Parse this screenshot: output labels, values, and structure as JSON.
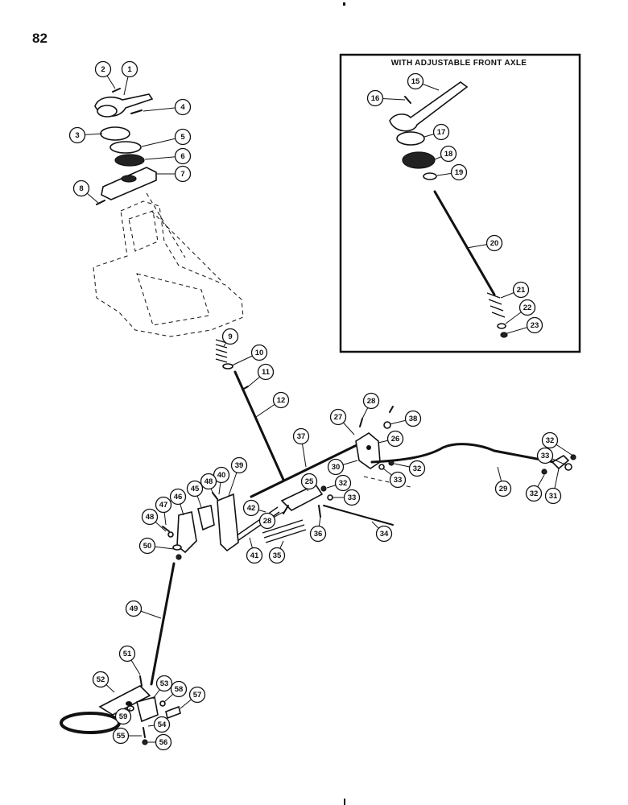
{
  "page": {
    "number": "82"
  },
  "inset": {
    "title": "WITH ADJUSTABLE FRONT AXLE"
  },
  "callouts": [
    "1",
    "2",
    "3",
    "4",
    "5",
    "6",
    "7",
    "8",
    "9",
    "10",
    "11",
    "12",
    "15",
    "16",
    "17",
    "18",
    "19",
    "20",
    "21",
    "22",
    "23",
    "25",
    "26",
    "27",
    "28",
    "29",
    "30",
    "31",
    "32",
    "33",
    "34",
    "35",
    "36",
    "37",
    "38",
    "39",
    "40",
    "41",
    "42",
    "45",
    "46",
    "47",
    "48",
    "49",
    "50",
    "51",
    "52",
    "53",
    "54",
    "55",
    "56",
    "57",
    "58",
    "59"
  ]
}
